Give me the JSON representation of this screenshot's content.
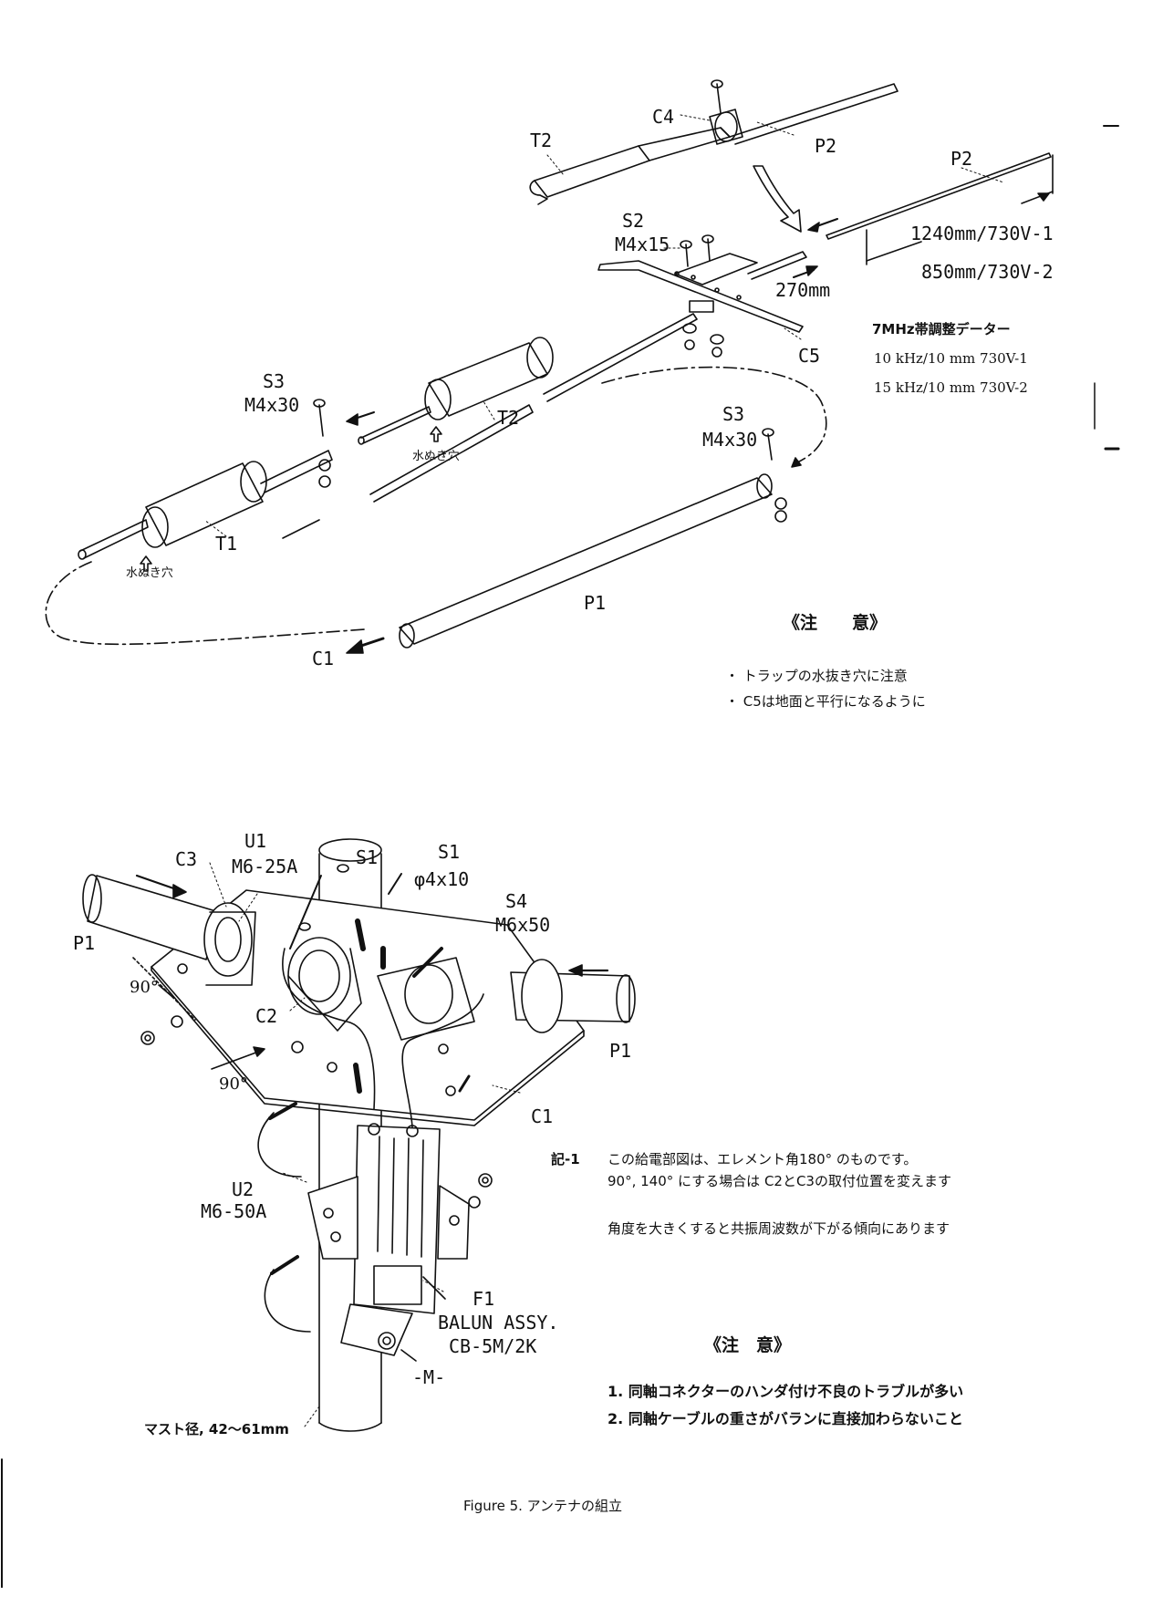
{
  "top": {
    "part_labels": {
      "t2_top": "T2",
      "c4": "C4",
      "p2_top": "P2",
      "p2_right": "P2",
      "s2": "S2",
      "s2_size": "M4x15",
      "c5": "C5",
      "dim_270": "270mm",
      "s3_left": "S3",
      "s3_left_size": "M4x30",
      "t2_mid": "T2",
      "t1": "T1",
      "s3_right": "S3",
      "s3_right_size": "M4x30",
      "p1": "P1",
      "c1": "C1"
    },
    "drain_hole_1": "水ぬき穴",
    "drain_hole_2": "水ぬき穴",
    "length_1": "1240mm/730V-1",
    "length_2": "850mm/730V-2",
    "adjust": {
      "title": "7MHz帯調整データー",
      "row1": "10 kHz/10 mm  730V-1",
      "row2": "15 kHz/10 mm  730V-2"
    },
    "caution": {
      "title": "《注　　意》",
      "item1": "・ トラップの水抜き穴に注意",
      "item2": "・ C5は地面と平行になるように"
    }
  },
  "bottom": {
    "part_labels": {
      "u1": "U1",
      "u1_size": "M6-25A",
      "c3": "C3",
      "s1_a": "S1",
      "s1_b": "S1",
      "s1_size": "φ4x10",
      "s4": "S4",
      "s4_size": "M6x50",
      "p1_left": "P1",
      "p1_right": "P1",
      "c2": "C2",
      "c1": "C1",
      "angle_1": "90°",
      "angle_2": "90°",
      "u2": "U2",
      "u2_size": "M6-50A",
      "f1": "F1",
      "balun": "BALUN ASSY.",
      "balun_model": "CB-5M/2K",
      "m": "-M-",
      "mast": "マスト径, 42〜61mm"
    },
    "note": {
      "label": "記-1",
      "line1": "この給電部図は、エレメント角180° のものです。",
      "line2": "90°, 140° にする場合は C2とC3の取付位置を変えます",
      "line3": "角度を大きくすると共振周波数が下がる傾向にあります"
    },
    "caution": {
      "title": "《注　意》",
      "item1": "1. 同軸コネクターのハンダ付け不良のトラブルが多い",
      "item2": "2. 同軸ケーブルの重さがバランに直接加わらないこと"
    }
  },
  "figure_caption": "Figure 5. アンテナの組立"
}
